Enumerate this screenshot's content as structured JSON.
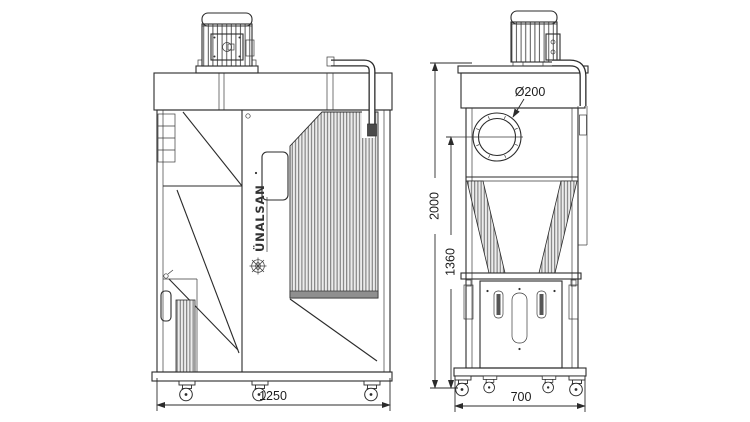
{
  "drawing": {
    "brand_logo": "ÜNALSAN",
    "dimensions": {
      "inlet_diameter": "Ø200",
      "overall_height": "2000",
      "inlet_axis_height": "1360",
      "front_width": "1250",
      "side_depth": "700"
    },
    "colors": {
      "line": "#2b2b2b",
      "hatch_line": "#707070",
      "hatch_bg": "#ececec",
      "background": "#ffffff"
    }
  }
}
